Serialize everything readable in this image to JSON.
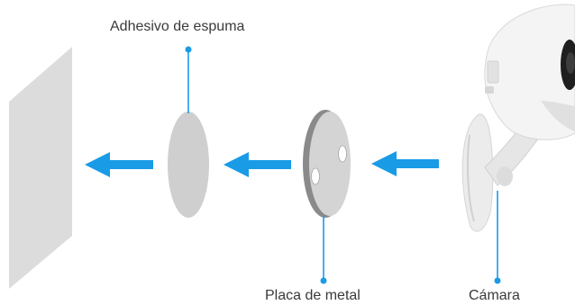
{
  "labels": {
    "foam_adhesive": "Adhesivo de espuma",
    "metal_plate": "Placa de metal",
    "camera": "Cámara"
  },
  "colors": {
    "arrow": "#1a9be6",
    "leader_line": "#1a9be6",
    "wall": "#dcdcdc",
    "foam": "#cfcfcf",
    "metal_plate": "#d4d4d4",
    "metal_plate_edge": "#7a7a7a",
    "camera_body": "#f2f2f2",
    "camera_lens": "#1f1f1f"
  },
  "icons": {
    "arrows": [
      "arrow-left-icon",
      "arrow-left-icon",
      "arrow-left-icon"
    ]
  }
}
